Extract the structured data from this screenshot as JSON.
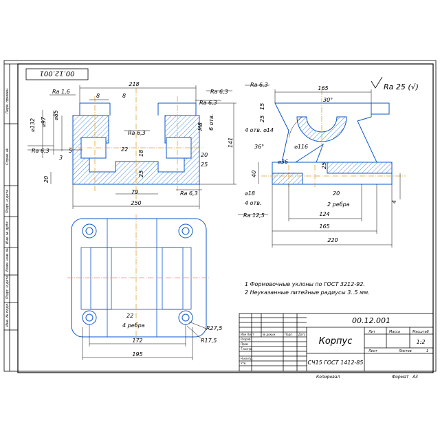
{
  "doc": {
    "code": "00.12.001",
    "code_mirror": "00.12.001",
    "part_name": "Корпус",
    "material": "СЧ15 ГОСТ 1412-85",
    "scale": "1:2",
    "copied": "Копировал",
    "format": "Формат",
    "format_value": "A3"
  },
  "title_block": {
    "lit": "Лит",
    "mass": "Масса",
    "scale_label": "Масштаб",
    "sheet": "Лист",
    "sheets": "Листов",
    "sheets_value": "1",
    "rows": [
      "Изм Лист",
      "№ докум.",
      "Подп.",
      "Дата",
      "Разраб.",
      "Пров.",
      "Т.контр.",
      "Н.контр.",
      "Утв."
    ]
  },
  "side_stamps": [
    "Перв. примен.",
    "Справ. №",
    "Подп. и дата",
    "Инв. № дубл.",
    "Взам. инв. №",
    "Подп. и дата",
    "Инв. № подл."
  ],
  "notes": [
    "1 Формовочные уклоны по ГОСТ 3212-92.",
    "2 Неуказанные литейные радиусы 3..5 мм."
  ],
  "roughness": {
    "general": "Ra 25 (√)",
    "r16": "Ra 1,6",
    "r63": "Ra 6,3",
    "r125": "Ra 12,5"
  },
  "dims_front": {
    "d218": "218",
    "d8a": "8",
    "d8b": "8",
    "d132": "⌀132",
    "d97": "⌀97",
    "d85": "⌀85",
    "d5a": "5",
    "d5b": "3",
    "d22": "22",
    "d18": "18",
    "d25": "25",
    "d20": "20",
    "d79": "79",
    "d250": "250",
    "m8": "M8",
    "holes6": "6 отв.",
    "d20b": "20",
    "d25b": "25",
    "d141": "141"
  },
  "dims_side": {
    "d165top": "165",
    "d30deg": "30°",
    "d25": "25",
    "d15": "15",
    "holes4": "4 отв. ⌀14",
    "d116": "⌀116",
    "d36deg": "36°",
    "d36": "⌀36",
    "d40": "40",
    "d25b": "25",
    "d18": "⌀18",
    "holes4b": "4 отв.",
    "d20": "20",
    "ribs2": "2 ребра",
    "d124": "124",
    "d165": "165",
    "d220": "220",
    "d4": "4"
  },
  "dims_top": {
    "d22": "22",
    "ribs4": "4 ребра",
    "d172": "172",
    "d195": "195",
    "r275": "R27,5",
    "r175": "R17,5"
  }
}
